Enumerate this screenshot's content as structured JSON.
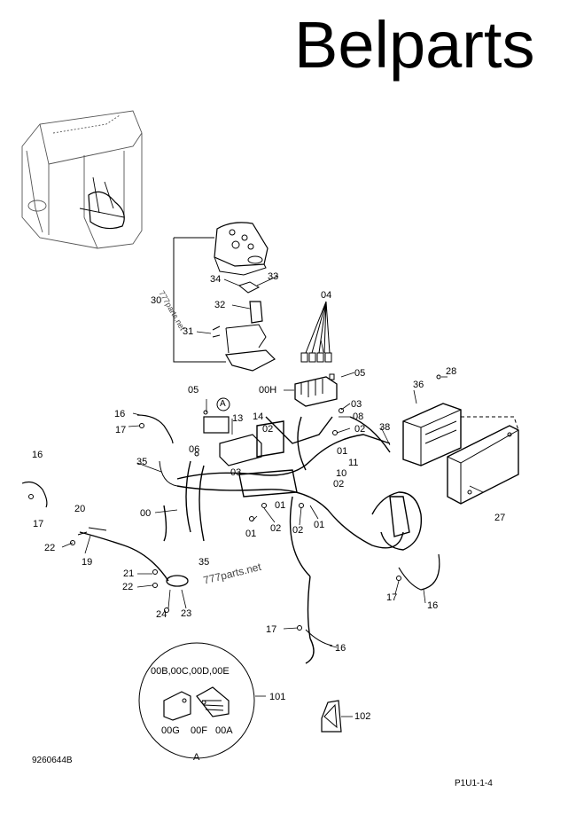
{
  "brand": "Belparts",
  "drawing_number": "9260644B",
  "page_ref": "P1U1-1-4",
  "watermark": "777parts.net",
  "detail_marker": "A",
  "detail_caption": "A",
  "labels": [
    {
      "id": "04",
      "text": "04"
    },
    {
      "id": "05a",
      "text": "05"
    },
    {
      "id": "05b",
      "text": "05"
    },
    {
      "id": "28",
      "text": "28"
    },
    {
      "id": "36",
      "text": "36"
    },
    {
      "id": "00H",
      "text": "00H"
    },
    {
      "id": "03a",
      "text": "03"
    },
    {
      "id": "08",
      "text": "08"
    },
    {
      "id": "02a",
      "text": "02"
    },
    {
      "id": "38",
      "text": "38"
    },
    {
      "id": "01a",
      "text": "01"
    },
    {
      "id": "11",
      "text": "11"
    },
    {
      "id": "10",
      "text": "10"
    },
    {
      "id": "02b",
      "text": "02"
    },
    {
      "id": "14",
      "text": "14"
    },
    {
      "id": "02c",
      "text": "02"
    },
    {
      "id": "13",
      "text": "13"
    },
    {
      "id": "06",
      "text": "06"
    },
    {
      "id": "03b",
      "text": "03"
    },
    {
      "id": "16a",
      "text": "16"
    },
    {
      "id": "17a",
      "text": "17"
    },
    {
      "id": "16b",
      "text": "16"
    },
    {
      "id": "17b",
      "text": "17"
    },
    {
      "id": "35a",
      "text": "35"
    },
    {
      "id": "00",
      "text": "00"
    },
    {
      "id": "01b",
      "text": "01"
    },
    {
      "id": "01c",
      "text": "01"
    },
    {
      "id": "02d",
      "text": "02"
    },
    {
      "id": "02e",
      "text": "02"
    },
    {
      "id": "01d",
      "text": "01"
    },
    {
      "id": "20",
      "text": "20"
    },
    {
      "id": "22a",
      "text": "22"
    },
    {
      "id": "19",
      "text": "19"
    },
    {
      "id": "21",
      "text": "21"
    },
    {
      "id": "22b",
      "text": "22"
    },
    {
      "id": "35b",
      "text": "35"
    },
    {
      "id": "24",
      "text": "24"
    },
    {
      "id": "23",
      "text": "23"
    },
    {
      "id": "27",
      "text": "27"
    },
    {
      "id": "17c",
      "text": "17"
    },
    {
      "id": "16c",
      "text": "16"
    },
    {
      "id": "17d",
      "text": "17"
    },
    {
      "id": "16d",
      "text": "16"
    },
    {
      "id": "34",
      "text": "34"
    },
    {
      "id": "33",
      "text": "33"
    },
    {
      "id": "32",
      "text": "32"
    },
    {
      "id": "30",
      "text": "30"
    },
    {
      "id": "31",
      "text": "31"
    },
    {
      "id": "101",
      "text": "101"
    },
    {
      "id": "102",
      "text": "102"
    },
    {
      "id": "00BCDE",
      "text": "00B,00C,00D,00E"
    },
    {
      "id": "00G",
      "text": "00G"
    },
    {
      "id": "00F",
      "text": "00F"
    },
    {
      "id": "00A",
      "text": "00A"
    }
  ]
}
